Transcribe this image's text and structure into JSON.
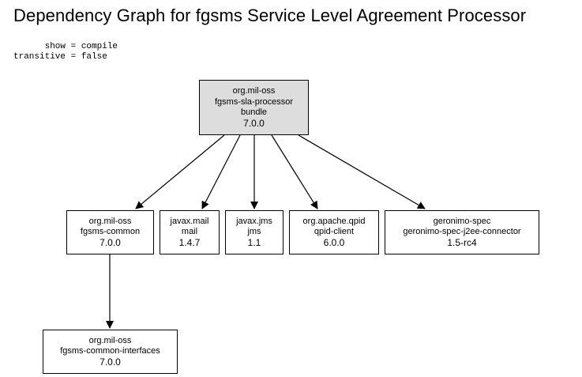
{
  "title": "Dependency Graph for fgsms Service Level Agreement Processor",
  "params": [
    "      show = compile",
    "transitive = false"
  ],
  "nodes": {
    "root": {
      "group": "org.mil-oss",
      "artifact": "fgsms-sla-processor",
      "type": "bundle",
      "version": "7.0.0"
    },
    "common": {
      "group": "org.mil-oss",
      "artifact": "fgsms-common",
      "version": "7.0.0"
    },
    "mail": {
      "group": "javax.mail",
      "artifact": "mail",
      "version": "1.4.7"
    },
    "jms": {
      "group": "javax.jms",
      "artifact": "jms",
      "version": "1.1"
    },
    "qpid": {
      "group": "org.apache.qpid",
      "artifact": "qpid-client",
      "version": "6.0.0"
    },
    "geronimo": {
      "group": "geronimo-spec",
      "artifact": "geronimo-spec-j2ee-connector",
      "version": "1.5-rc4"
    },
    "interfaces": {
      "group": "org.mil-oss",
      "artifact": "fgsms-common-interfaces",
      "version": "7.0.0"
    }
  },
  "edges": [
    {
      "from": "root",
      "to": "common"
    },
    {
      "from": "root",
      "to": "mail"
    },
    {
      "from": "root",
      "to": "jms"
    },
    {
      "from": "root",
      "to": "qpid"
    },
    {
      "from": "root",
      "to": "geronimo"
    },
    {
      "from": "common",
      "to": "interfaces"
    }
  ]
}
